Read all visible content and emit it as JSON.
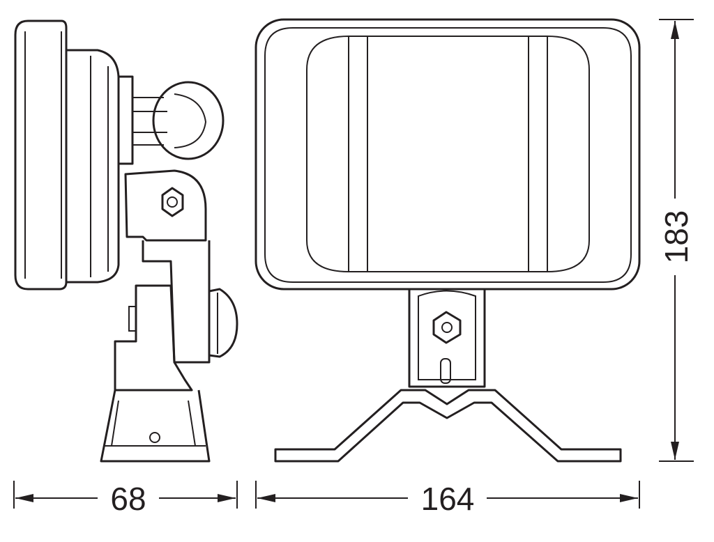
{
  "dimensions": {
    "depth": "68",
    "width": "164",
    "height": "183"
  }
}
